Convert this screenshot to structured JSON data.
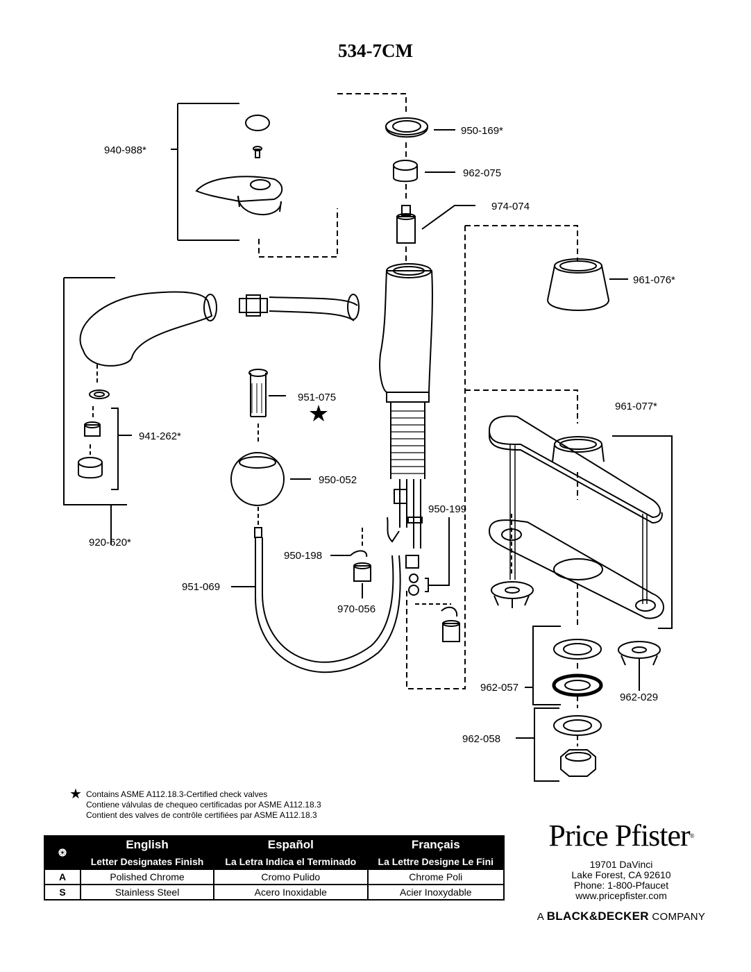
{
  "title": "534-7CM",
  "parts": {
    "p940988": "940-988*",
    "p950169": "950-169*",
    "p962075": "962-075",
    "p974074": "974-074",
    "p961076": "961-076*",
    "p951075": "951-075",
    "p961077": "961-077*",
    "p941262": "941-262*",
    "p950052": "950-052",
    "p950199": "950-199",
    "p920620": "920-620*",
    "p950198": "950-198",
    "p951069": "951-069",
    "p970056": "970-056",
    "p962057": "962-057",
    "p962029": "962-029",
    "p962058": "962-058"
  },
  "notes": {
    "en": "Contains ASME A112.18.3-Certified check valves",
    "es": "Contiene válvulas de chequeo certificadas por ASME A112.18.3",
    "fr": "Contient des valves de contrôle certifiées par ASME A112.18.3"
  },
  "finish_table": {
    "headers": [
      "English",
      "Español",
      "Français"
    ],
    "subheaders": [
      "Letter Designates Finish",
      "La Letra Indica el Terminado",
      "La Lettre Designe Le Fini"
    ],
    "rows": [
      {
        "code": "A",
        "en": "Polished Chrome",
        "es": "Cromo Pulido",
        "fr": "Chrome Poli"
      },
      {
        "code": "S",
        "en": "Stainless Steel",
        "es": "Acero Inoxidable",
        "fr": "Acier Inoxydable"
      }
    ]
  },
  "brand": {
    "logo": "Price Pfister",
    "address1": "19701 DaVinci",
    "address2": "Lake Forest, CA 92610",
    "phone": "Phone: 1-800-Pfaucet",
    "web": "www.pricepfister.com",
    "company_prefix": "A",
    "company_name": "BLACK&DECKER",
    "company_suffix": "COMPANY"
  }
}
